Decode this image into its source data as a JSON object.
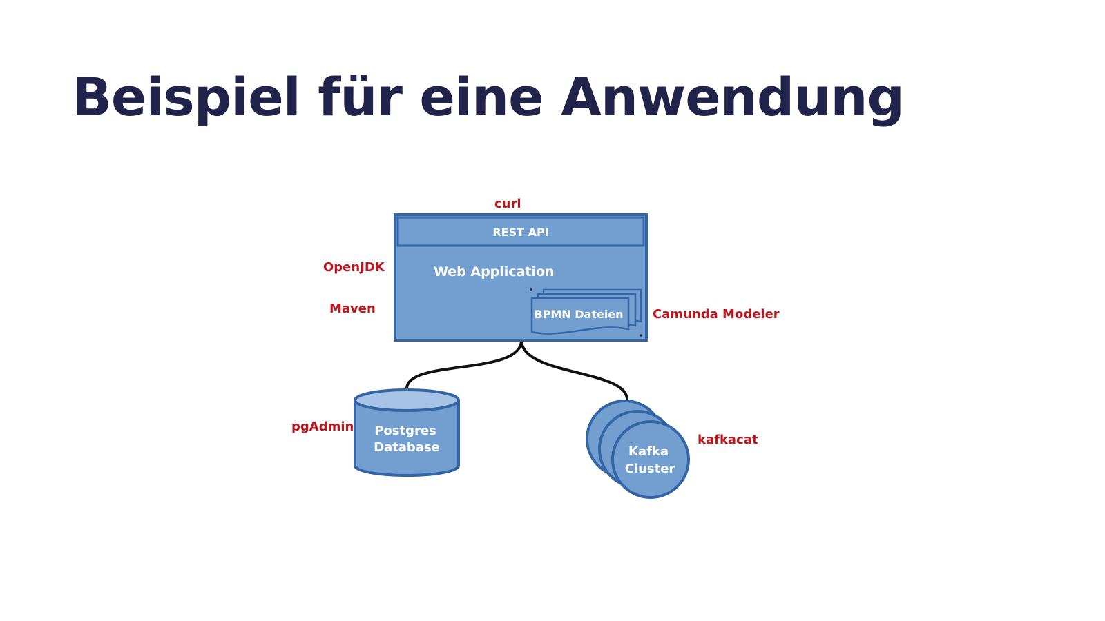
{
  "slide": {
    "title": "Beispiel für eine Anwendung"
  },
  "colors": {
    "title": "#22234a",
    "component_fill": "#729fcf",
    "component_stroke": "#3465a4",
    "cylinder_top": "#a7c4e6",
    "connector": "#111111",
    "tool_label": "#c0141c",
    "component_text": "#ffffff"
  },
  "components": {
    "rest_api": "REST API",
    "web_application": "Web Application",
    "bpmn_files": "BPMN Dateien",
    "database": {
      "line1": "Postgres",
      "line2": "Database"
    },
    "kafka": {
      "line1": "Kafka",
      "line2": "Cluster"
    }
  },
  "tools": {
    "curl": "curl",
    "openjdk": "OpenJDK",
    "maven": "Maven",
    "camunda_modeler": "Camunda Modeler",
    "pgadmin": "pgAdmin",
    "kafkacat": "kafkacat"
  }
}
